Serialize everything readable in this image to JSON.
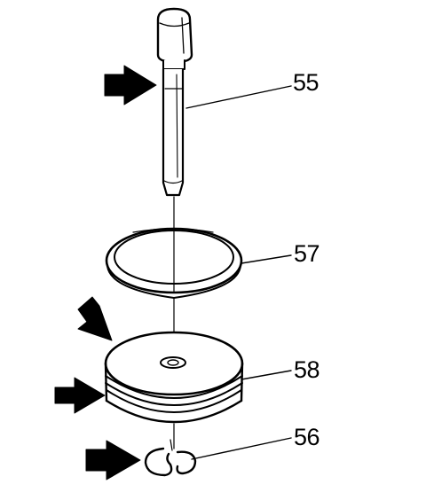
{
  "callouts": {
    "part_55": "55",
    "part_57": "57",
    "part_58": "58",
    "part_56": "56"
  },
  "colors": {
    "line": "#000000",
    "background": "#ffffff"
  }
}
